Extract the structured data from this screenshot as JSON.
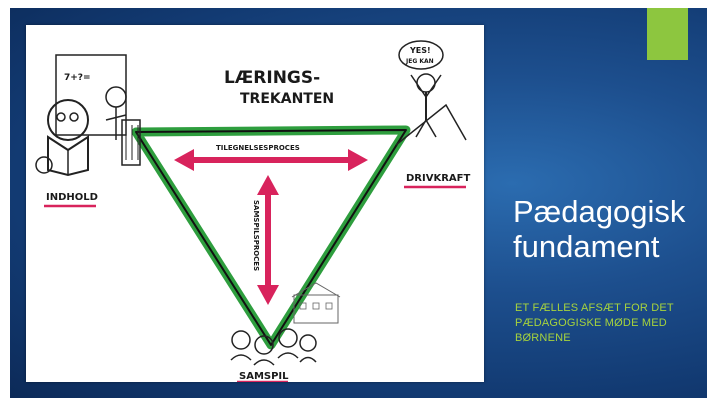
{
  "slide": {
    "title_line1": "Pædagogisk",
    "title_line2": "fundament",
    "subtitle_line1": "ET FÆLLES AFSÆT FOR DET",
    "subtitle_line2": "PÆDAGOGISKE MØDE MED",
    "subtitle_line3": "BØRNENE",
    "accent_color": "#8dc63f",
    "subtitle_color": "#a6d33d"
  },
  "drawing": {
    "heading_line1": "LÆRINGS-",
    "heading_line2": "TREKANTEN",
    "arrow_horizontal_label": "TILEGNELSESPROCES",
    "arrow_vertical_label": "SAMSPILSPROCES",
    "corner_left": "INDHOLD",
    "corner_right": "DRIVKRAFT",
    "corner_bottom": "SAMSPIL",
    "speech_bubble_line1": "YES!",
    "speech_bubble_line2": "JEG KAN",
    "board_text": "7+?=",
    "triangle_color": "#2e9e3e",
    "arrow_color": "#d8235c",
    "underline_color": "#d8235c"
  }
}
